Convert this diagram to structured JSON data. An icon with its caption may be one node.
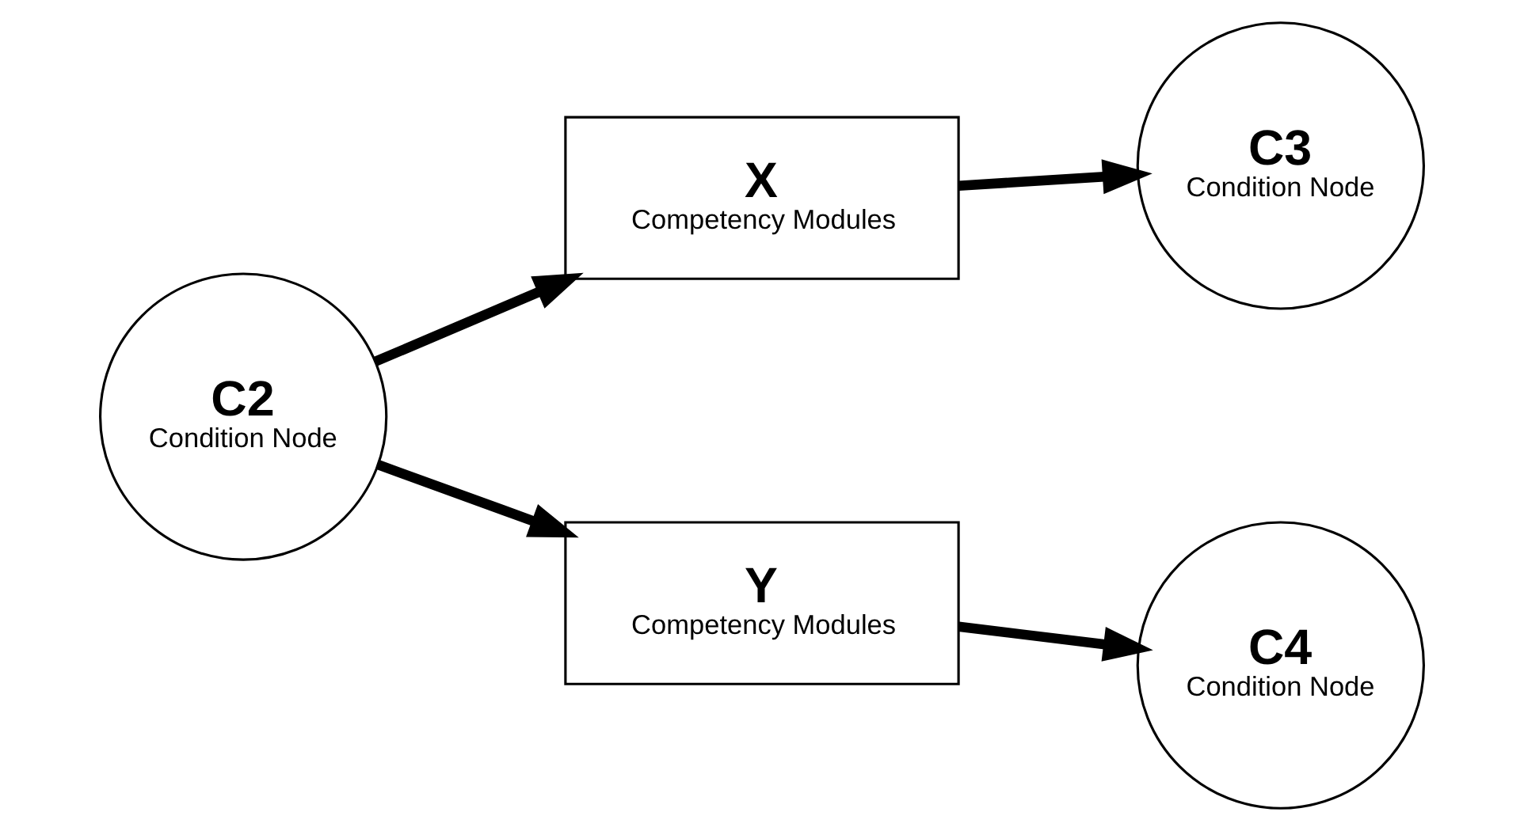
{
  "diagram": {
    "nodes": [
      {
        "text": [
          "C2",
          "Condition Node"
        ]
      },
      {
        "text": [
          "X",
          "Competency Modules"
        ]
      },
      {
        "text": [
          "C3",
          "Condition Node"
        ]
      },
      {
        "text": [
          "Y",
          "Competency Modules"
        ]
      },
      {
        "text": [
          "C4",
          "Condition Node"
        ]
      }
    ],
    "edges": [
      {
        "from": 0,
        "to": 1,
        "arrow": "to"
      },
      {
        "from": 1,
        "to": 2,
        "arrow": "to"
      },
      {
        "from": 0,
        "to": 3,
        "arrow": "to"
      },
      {
        "from": 3,
        "to": 4,
        "arrow": "to"
      }
    ]
  }
}
